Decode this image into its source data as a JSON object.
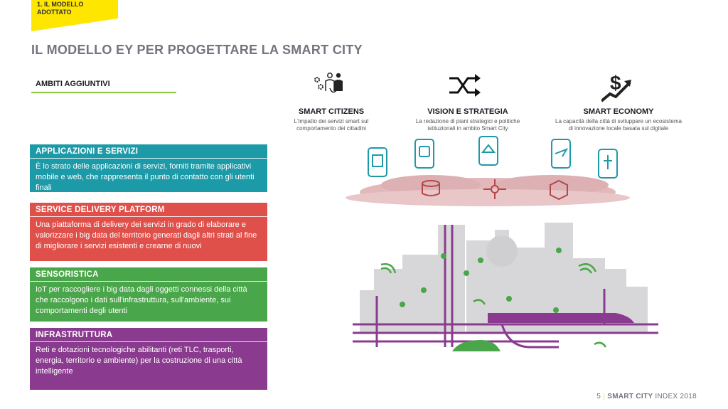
{
  "section_tag": {
    "line1": "1. IL MODELLO",
    "line2": "ADOTTATO",
    "color": "#ffe600"
  },
  "title": "IL MODELLO EY PER PROGETTARE LA SMART CITY",
  "subheading": "AMBITI AGGIUNTIVI",
  "layers": [
    {
      "heading": "APPLICAZIONI E SERVIZI",
      "body": "È lo strato delle applicazioni di servizi,  forniti tramite applicativi mobile e web, che rappresenta il punto di contatto con gli utenti finali",
      "color": "#1d9aa8"
    },
    {
      "heading": "SERVICE DELIVERY PLATFORM",
      "body": "Una piattaforma di delivery dei servizi in grado di elaborare e valorizzare i big data del territorio generati dagli altri strati al fine di migliorare i servizi esistenti e crearne di nuovi",
      "color": "#e0504a"
    },
    {
      "heading": "SENSORISTICA",
      "body": "IoT per raccogliere i big data dagli oggetti connessi della città che raccolgono i dati sull'infrastruttura, sull'ambiente, sui comportamenti degli utenti",
      "color": "#4aa64a"
    },
    {
      "heading": "INFRASTRUTTURA",
      "body": "Reti e dotazioni tecnologiche abilitanti (reti TLC, trasporti, energia, territorio e ambiente) per la costruzione di una città intelligente",
      "color": "#8b3b8f"
    }
  ],
  "columns": [
    {
      "heading": "SMART CITIZENS",
      "desc_line1": "L'impatto dei servizi smart sul",
      "desc_line2": "comportamento dei cittadini",
      "icon": "people-gears-icon"
    },
    {
      "heading": "VISION E STRATEGIA",
      "desc_line1": "La redazione di piani strategici e politiche",
      "desc_line2": "istituzionali in ambito Smart City",
      "icon": "shuffle-arrows-icon"
    },
    {
      "heading": "SMART ECONOMY",
      "desc_line1": "La capacità della città di sviluppare un ecosistema",
      "desc_line2": "di innovazione locale basata sul digitale",
      "icon": "dollar-growth-icon"
    }
  ],
  "footer": {
    "page": "5",
    "separator": "|",
    "label_bold": "SMART CITY",
    "label_rest": " INDEX 2018"
  }
}
